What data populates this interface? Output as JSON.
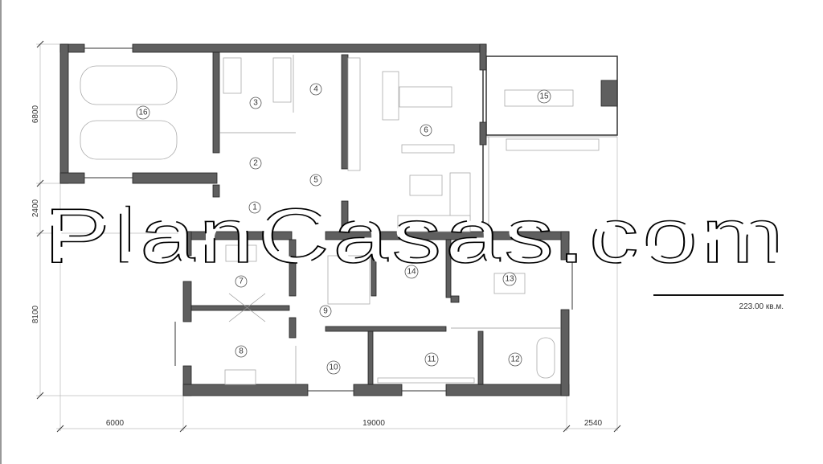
{
  "rooms": [
    "1",
    "2",
    "3",
    "4",
    "5",
    "6",
    "7",
    "8",
    "9",
    "10",
    "11",
    "12",
    "13",
    "14",
    "15",
    "16"
  ],
  "dimensions": {
    "vertical": [
      "6800",
      "2400",
      "8100"
    ],
    "horizontal": [
      "6000",
      "19000",
      "2540"
    ]
  },
  "area": "223.00 кв.м.",
  "watermark": "PlanCasas.com",
  "colors": {
    "wall": "#5f5f5f",
    "line": "#999999"
  }
}
